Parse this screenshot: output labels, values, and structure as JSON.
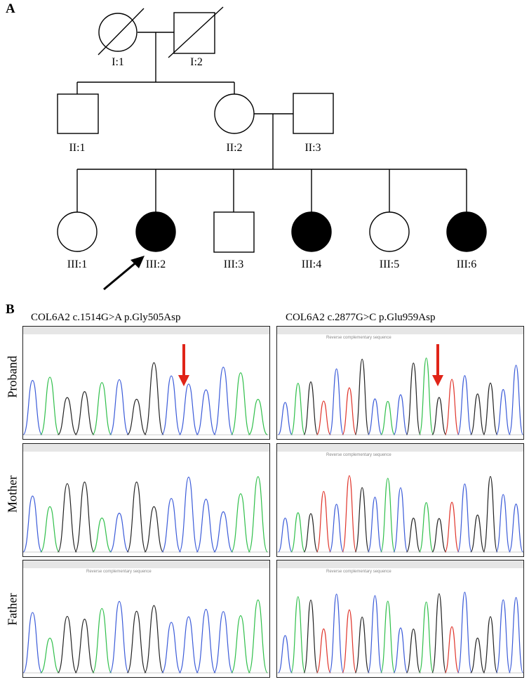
{
  "panels": {
    "a": "A",
    "b": "B"
  },
  "pedigree": {
    "gen1": [
      "I:1",
      "I:2"
    ],
    "gen2": [
      "II:1",
      "II:2",
      "II:3"
    ],
    "gen3": [
      "III:1",
      "III:2",
      "III:3",
      "III:4",
      "III:5",
      "III:6"
    ],
    "affected": [
      "III:2",
      "III:4",
      "III:6"
    ],
    "deceased": [
      "I:1",
      "I:2"
    ],
    "proband": "III:2"
  },
  "sequencing": {
    "left_title": "COL6A2 c.1514G>A p.Gly505Asp",
    "right_title": "COL6A2 c.2877G>C p.Glu959Asp",
    "rows": [
      "Proband",
      "Mother",
      "Father"
    ],
    "rev_label": "Reverse complementary sequence",
    "base_colors": {
      "A": "#2fbf4a",
      "C": "#3b5bd9",
      "G": "#222222",
      "T": "#e0342a"
    },
    "arrow_color": "#e02418",
    "left_seq": "CAGGACGGCCCCAA",
    "right_seq": "CAGTCTGCACGAGTCGGCC"
  }
}
